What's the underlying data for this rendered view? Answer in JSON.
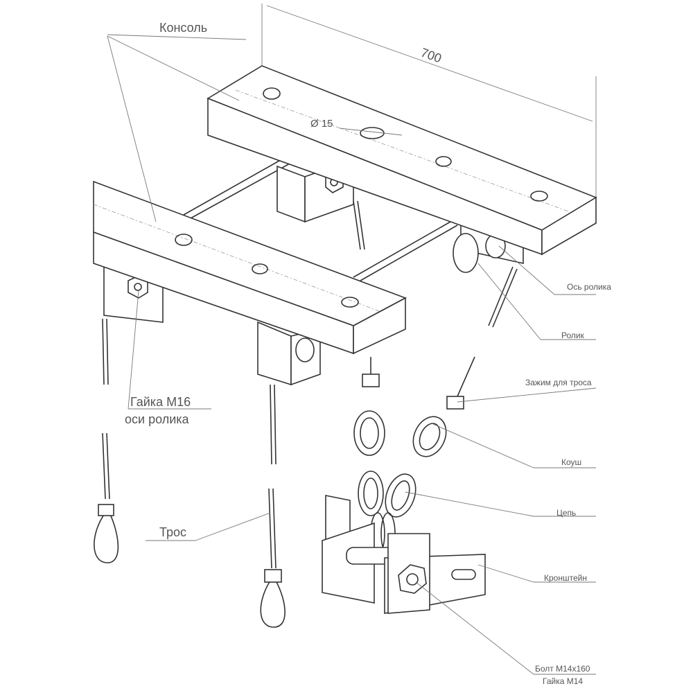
{
  "title": "Консоль",
  "dimension": "700",
  "hole_diameter": "Ø 15",
  "labels": {
    "axle": "Ось ролика",
    "roller": "Ролик",
    "clamp": "Зажим для троса",
    "thimble": "Коуш",
    "chain": "Цепь",
    "bracket": "Кронштейн",
    "bolt": "Болт M14x160",
    "nut14": "Гайка M14",
    "nut16_line1": "Гайка M16",
    "nut16_line2": "оси ролика",
    "cable": "Трос"
  }
}
